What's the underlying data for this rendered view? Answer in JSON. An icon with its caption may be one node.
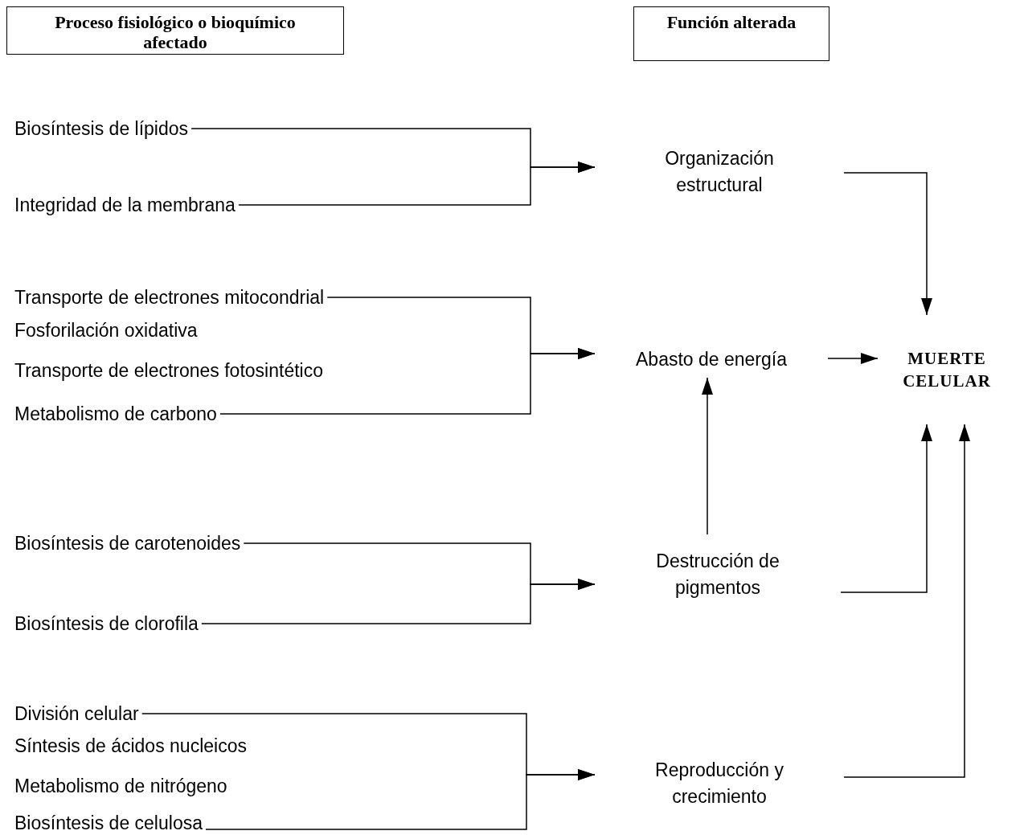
{
  "diagram": {
    "nodes": [
      {
        "text": [
          "Proceso fisiológico o bioquímico afectado"
        ]
      },
      {
        "text": [
          "Función alterada"
        ]
      },
      {
        "text": [
          "Biosíntesis de lípidos"
        ]
      },
      {
        "text": [
          "Integridad de la membrana"
        ]
      },
      {
        "text": [
          "Organización estructural"
        ]
      },
      {
        "text": [
          "Transporte de electrones mitocondrial"
        ]
      },
      {
        "text": [
          "Fosforilación oxidativa"
        ]
      },
      {
        "text": [
          "Transporte de electrones fotosintético"
        ]
      },
      {
        "text": [
          "Metabolismo de carbono"
        ]
      },
      {
        "text": [
          "Abasto de energía"
        ]
      },
      {
        "text": [
          "MUERTE CELULAR"
        ]
      },
      {
        "text": [
          "Biosíntesis de carotenoides"
        ]
      },
      {
        "text": [
          "Biosíntesis de clorofila"
        ]
      },
      {
        "text": [
          "Destrucción de pigmentos"
        ]
      },
      {
        "text": [
          "División celular"
        ]
      },
      {
        "text": [
          "Síntesis de ácidos nucleicos"
        ]
      },
      {
        "text": [
          "Metabolismo de nitrógeno"
        ]
      },
      {
        "text": [
          "Biosíntesis de celulosa"
        ]
      },
      {
        "text": [
          "Reproducción y crecimiento"
        ]
      }
    ],
    "edges": [
      {
        "from": 2,
        "to": 4,
        "arrow": "to"
      },
      {
        "from": 3,
        "to": 4,
        "arrow": "to"
      },
      {
        "from": 5,
        "to": 9,
        "arrow": "to"
      },
      {
        "from": 8,
        "to": 9,
        "arrow": "to"
      },
      {
        "from": 11,
        "to": 13,
        "arrow": "to"
      },
      {
        "from": 12,
        "to": 13,
        "arrow": "to"
      },
      {
        "from": 14,
        "to": 18,
        "arrow": "to"
      },
      {
        "from": 17,
        "to": 18,
        "arrow": "to"
      },
      {
        "from": 4,
        "to": 10,
        "arrow": "to"
      },
      {
        "from": 9,
        "to": 10,
        "arrow": "to"
      },
      {
        "from": 13,
        "to": 9,
        "arrow": "to"
      },
      {
        "from": 13,
        "to": 10,
        "arrow": "to"
      },
      {
        "from": 18,
        "to": 10,
        "arrow": "to"
      }
    ]
  }
}
